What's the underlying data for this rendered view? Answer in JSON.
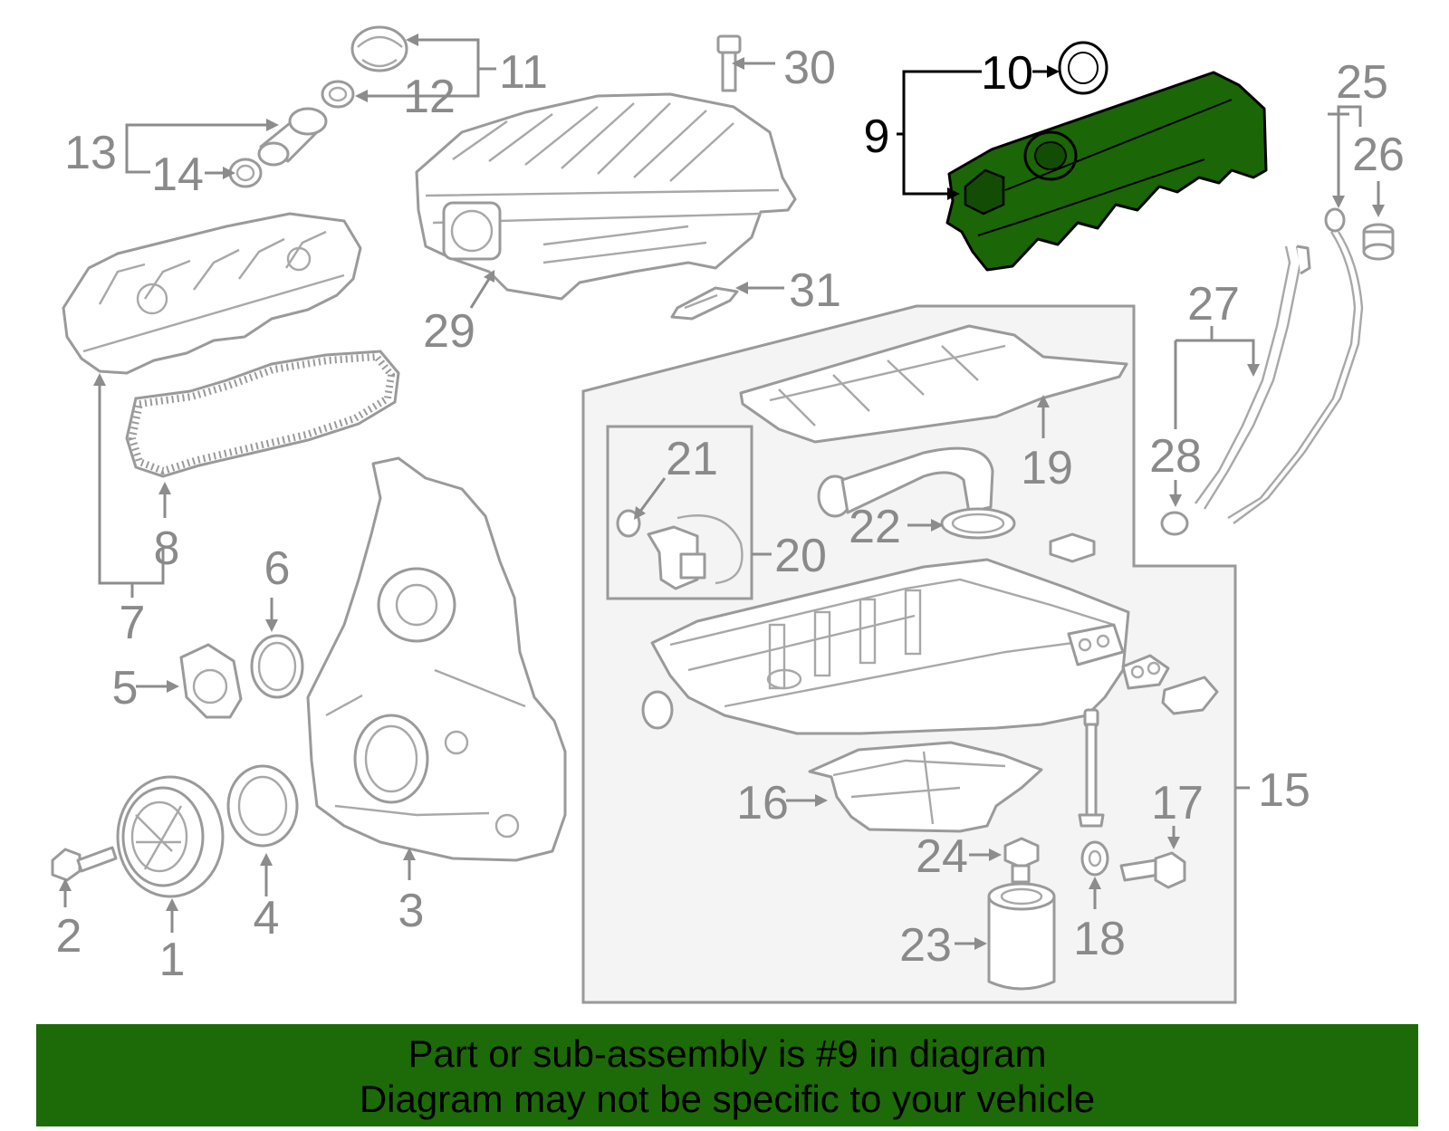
{
  "diagram": {
    "highlight_color": "#1b6607",
    "highlighted_part": "9",
    "labels": [
      {
        "id": "l1",
        "text": "1"
      },
      {
        "id": "l2",
        "text": "2"
      },
      {
        "id": "l3",
        "text": "3"
      },
      {
        "id": "l4",
        "text": "4"
      },
      {
        "id": "l5",
        "text": "5"
      },
      {
        "id": "l6",
        "text": "6"
      },
      {
        "id": "l7",
        "text": "7"
      },
      {
        "id": "l8",
        "text": "8"
      },
      {
        "id": "l9",
        "text": "9"
      },
      {
        "id": "l10",
        "text": "10"
      },
      {
        "id": "l11",
        "text": "11"
      },
      {
        "id": "l12",
        "text": "12"
      },
      {
        "id": "l13",
        "text": "13"
      },
      {
        "id": "l14",
        "text": "14"
      },
      {
        "id": "l15",
        "text": "15"
      },
      {
        "id": "l16",
        "text": "16"
      },
      {
        "id": "l17",
        "text": "17"
      },
      {
        "id": "l18",
        "text": "18"
      },
      {
        "id": "l19",
        "text": "19"
      },
      {
        "id": "l20",
        "text": "20"
      },
      {
        "id": "l21",
        "text": "21"
      },
      {
        "id": "l22",
        "text": "22"
      },
      {
        "id": "l23",
        "text": "23"
      },
      {
        "id": "l24",
        "text": "24"
      },
      {
        "id": "l25",
        "text": "25"
      },
      {
        "id": "l26",
        "text": "26"
      },
      {
        "id": "l27",
        "text": "27"
      },
      {
        "id": "l28",
        "text": "28"
      },
      {
        "id": "l29",
        "text": "29"
      },
      {
        "id": "l30",
        "text": "30"
      },
      {
        "id": "l31",
        "text": "31"
      }
    ]
  },
  "banner": {
    "color": "#1d6b08",
    "line1": "Part or sub-assembly is #9 in diagram",
    "line2": "Diagram may not be specific to your vehicle"
  }
}
